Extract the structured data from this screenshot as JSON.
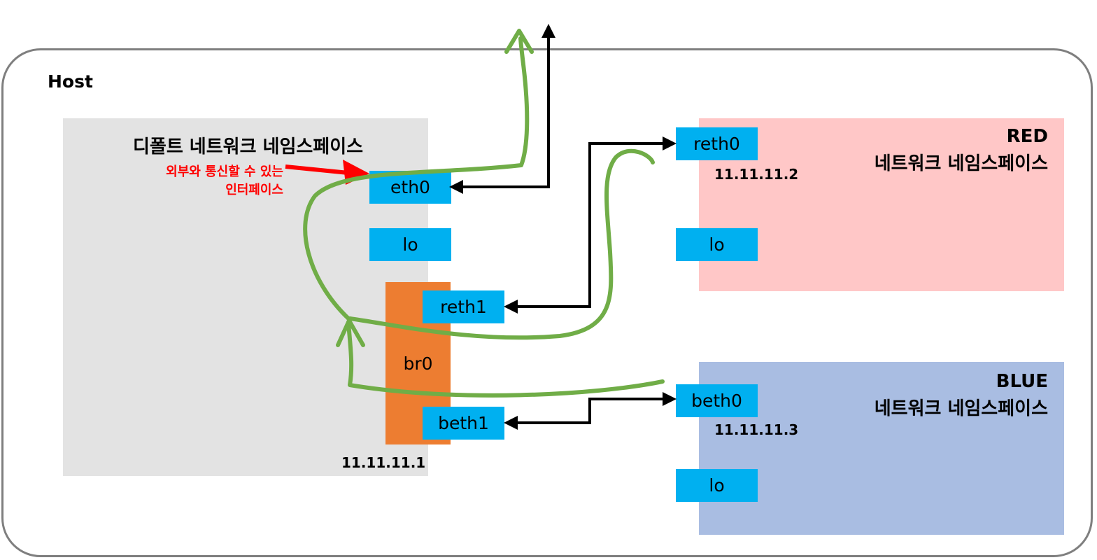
{
  "host": {
    "label": "Host"
  },
  "default_ns": {
    "title": "디폴트 네트워크 네임스페이스",
    "note_line1": "외부와 통신할 수 있는",
    "note_line2": "인터페이스",
    "ip": "11.11.11.1"
  },
  "interfaces": {
    "eth0": "eth0",
    "lo_default": "lo",
    "reth1": "reth1",
    "beth1": "beth1",
    "reth0": "reth0",
    "lo_red": "lo",
    "beth0": "beth0",
    "lo_blue": "lo"
  },
  "bridge": {
    "label": "br0"
  },
  "red_ns": {
    "name": "RED",
    "title": "네트워크 네임스페이스",
    "ip": "11.11.11.2"
  },
  "blue_ns": {
    "name": "BLUE",
    "title": "네트워크 네임스페이스",
    "ip": "11.11.11.3"
  },
  "colors": {
    "host_border": "#7f7f7f",
    "default_ns_bg": "#e3e3e3",
    "red_ns_bg": "#ffc7c7",
    "blue_ns_bg": "#a9bde2",
    "bridge_bg": "#ed7d31",
    "interface_bg": "#00b0f0",
    "path_green": "#70ad47",
    "note_red": "#ff0000"
  }
}
